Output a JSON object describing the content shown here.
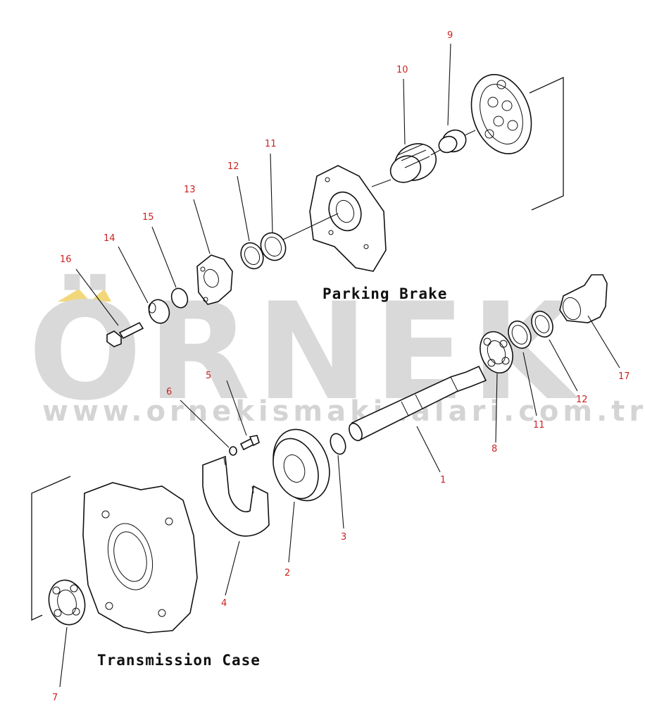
{
  "watermark": {
    "brand": "ÖRNEK",
    "url": "www.ornekismakinalari.com.tr",
    "accent_color": "#f2d77a"
  },
  "labels": {
    "parking_brake": "Parking Brake",
    "transmission_case": "Transmission Case"
  },
  "callouts": [
    "1",
    "2",
    "3",
    "4",
    "5",
    "6",
    "7",
    "8",
    "9",
    "10",
    "11",
    "12",
    "13",
    "14",
    "15",
    "16",
    "17",
    "11",
    "12"
  ],
  "callout_color": "#cc2222"
}
